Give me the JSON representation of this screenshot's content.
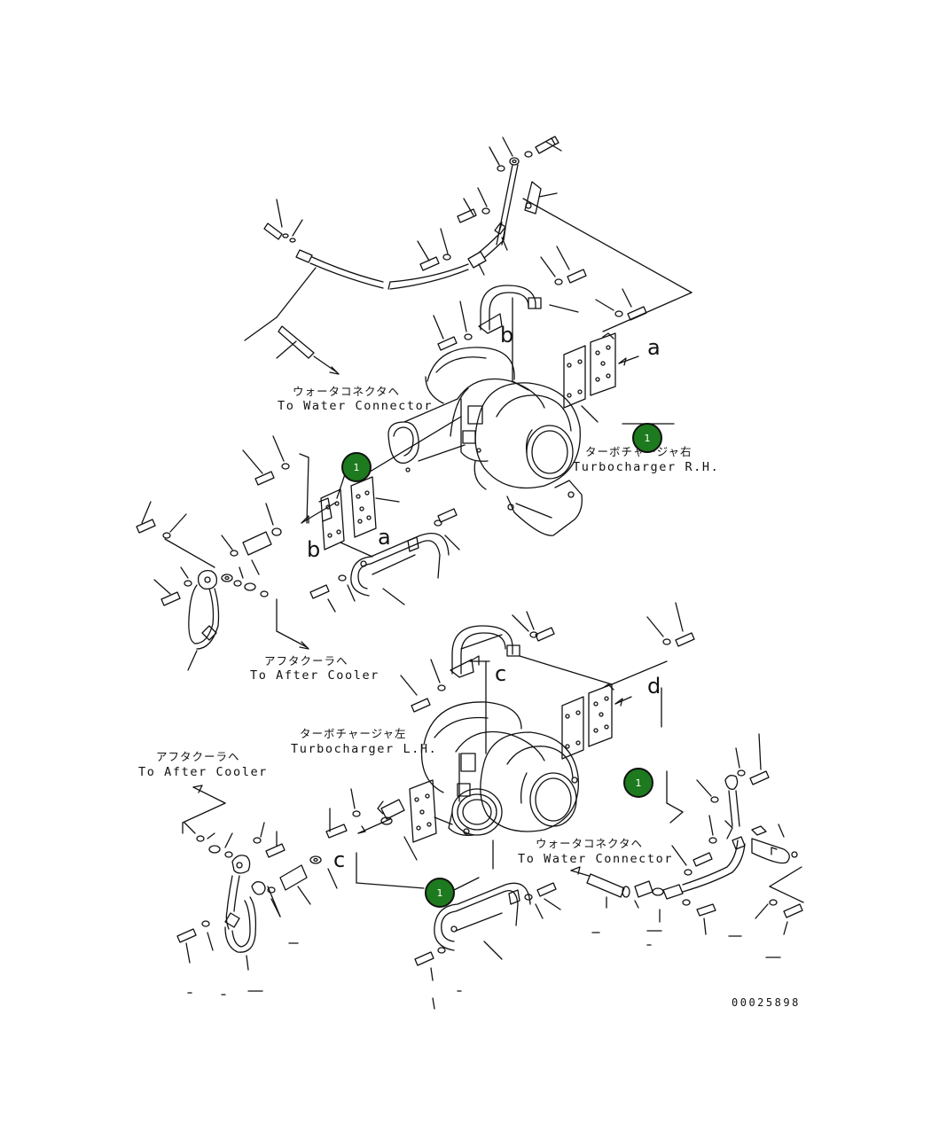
{
  "labels": {
    "water_connector_top_jp": "ウォータコネクタヘ",
    "water_connector_top_en": "To Water Connector",
    "turbo_rh_jp": "ターボチャージャ右",
    "turbo_rh_en": "Turbocharger R.H.",
    "after_cooler_mid_jp": "アフタクーラヘ",
    "after_cooler_mid_en": "To After Cooler",
    "turbo_lh_jp": "ターボチャージャ左",
    "turbo_lh_en": "Turbocharger L.H.",
    "after_cooler_left_jp": "アフタクーラヘ",
    "after_cooler_left_en": "To After Cooler",
    "water_connector_bottom_jp": "ウォータコネクタヘ",
    "water_connector_bottom_en": "To Water Connector"
  },
  "ref_letters": {
    "a_upper": "a",
    "a_lower": "a",
    "b_upper": "b",
    "b_lower": "b",
    "c_upper": "c",
    "c_lower": "c",
    "d": "d"
  },
  "callouts": [
    "1",
    "1",
    "1",
    "1"
  ],
  "drawing_number": "00025898",
  "colors": {
    "callout_fill": "#1e7a1e",
    "line": "#111111"
  }
}
